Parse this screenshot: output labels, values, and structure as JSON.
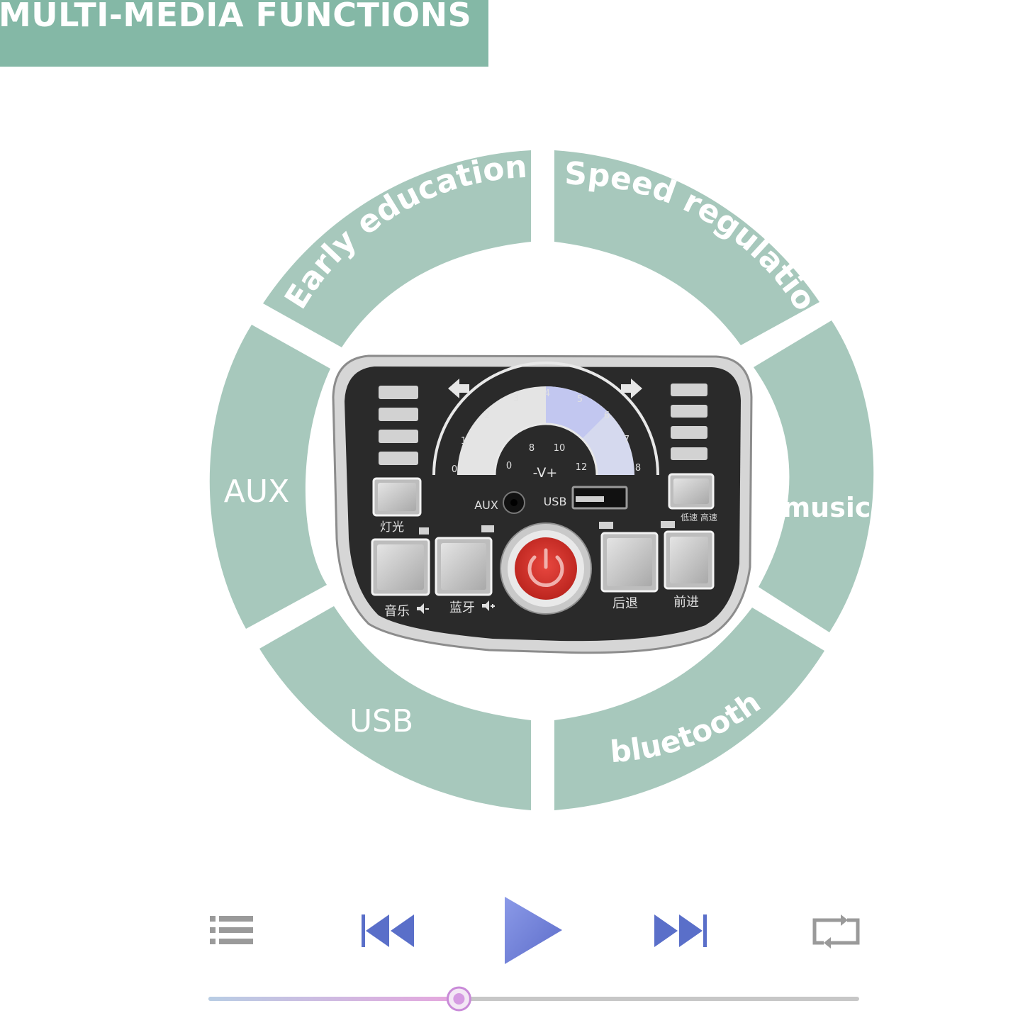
{
  "header": {
    "title": "MULTI-MEDIA FUNCTIONS"
  },
  "functions": [
    {
      "id": "early-education",
      "label": "Early education"
    },
    {
      "id": "speed-regulation",
      "label": "Speed regulation"
    },
    {
      "id": "aux",
      "label": "AUX"
    },
    {
      "id": "music",
      "label": "music"
    },
    {
      "id": "usb",
      "label": "USB"
    },
    {
      "id": "bluetooth",
      "label": "bluetooth"
    }
  ],
  "panel": {
    "speed_ticks_outer": [
      "0",
      "1",
      "2",
      "3",
      "4",
      "5",
      "6",
      "7",
      "8"
    ],
    "voltage_ticks": [
      "0",
      "8",
      "10",
      "12"
    ],
    "voltage_label": "-V+",
    "aux_label": "AUX",
    "usb_label": "USB",
    "buttons": {
      "light": "灯光",
      "music_vol_down": "音乐",
      "bluetooth_vol_up": "蓝牙",
      "reverse": "后退",
      "forward": "前进",
      "mode": "低速 高速"
    }
  },
  "player": {
    "icons": [
      "playlist-icon",
      "previous-track-icon",
      "play-icon",
      "next-track-icon",
      "repeat-icon"
    ],
    "progress": 0.385
  },
  "colors": {
    "banner": "#84b8a6",
    "segment": "#a7c8bc",
    "segment_text": "#ffffff",
    "panel": "#2a2a2a",
    "power": "#d92f28",
    "play": "#6a7fd6",
    "track": "#c7c7c7"
  }
}
